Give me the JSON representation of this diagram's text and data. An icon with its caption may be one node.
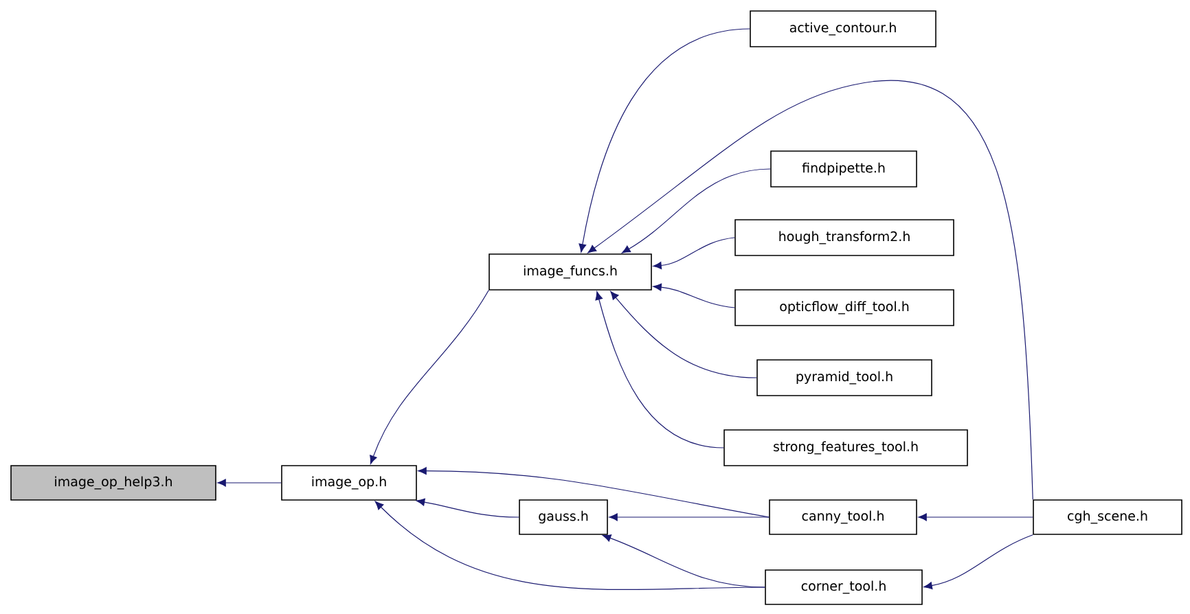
{
  "diagram": {
    "nodes": [
      {
        "text": [
          "image_op_help3.h"
        ]
      },
      {
        "text": [
          "image_op.h"
        ]
      },
      {
        "text": [
          "image_funcs.h"
        ]
      },
      {
        "text": [
          "gauss.h"
        ]
      },
      {
        "text": [
          "active_contour.h"
        ]
      },
      {
        "text": [
          "findpipette.h"
        ]
      },
      {
        "text": [
          "hough_transform2.h"
        ]
      },
      {
        "text": [
          "opticflow_diff_tool.h"
        ]
      },
      {
        "text": [
          "pyramid_tool.h"
        ]
      },
      {
        "text": [
          "strong_features_tool.h"
        ]
      },
      {
        "text": [
          "canny_tool.h"
        ]
      },
      {
        "text": [
          "corner_tool.h"
        ]
      },
      {
        "text": [
          "cgh_scene.h"
        ]
      }
    ],
    "edges": [
      {
        "from": 1,
        "to": 0,
        "arrow": "to"
      },
      {
        "from": 2,
        "to": 1,
        "arrow": "to"
      },
      {
        "from": 3,
        "to": 1,
        "arrow": "to"
      },
      {
        "from": 10,
        "to": 1,
        "arrow": "to"
      },
      {
        "from": 11,
        "to": 1,
        "arrow": "to"
      },
      {
        "from": 4,
        "to": 2,
        "arrow": "to"
      },
      {
        "from": 12,
        "to": 2,
        "arrow": "to"
      },
      {
        "from": 5,
        "to": 2,
        "arrow": "to"
      },
      {
        "from": 6,
        "to": 2,
        "arrow": "to"
      },
      {
        "from": 7,
        "to": 2,
        "arrow": "to"
      },
      {
        "from": 8,
        "to": 2,
        "arrow": "to"
      },
      {
        "from": 9,
        "to": 2,
        "arrow": "to"
      },
      {
        "from": 10,
        "to": 3,
        "arrow": "to"
      },
      {
        "from": 11,
        "to": 3,
        "arrow": "to"
      },
      {
        "from": 12,
        "to": 10,
        "arrow": "to"
      },
      {
        "from": 12,
        "to": 11,
        "arrow": "to"
      }
    ]
  }
}
